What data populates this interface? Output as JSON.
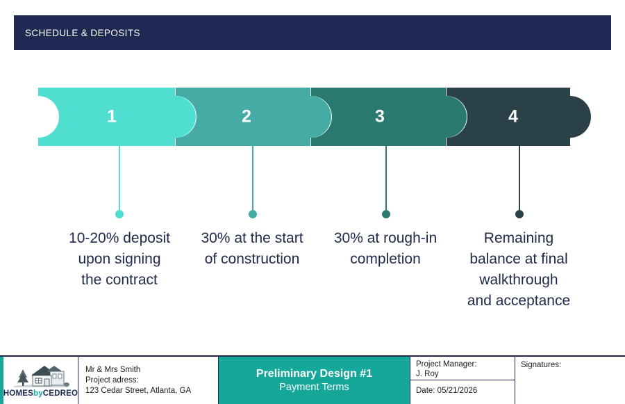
{
  "header": {
    "title": "SCHEDULE & DEPOSITS",
    "bg_color": "#1e2a52",
    "text_color": "#ffffff"
  },
  "timeline": {
    "steps": [
      {
        "number": "1",
        "color": "#4fded0",
        "caption_lines": [
          "10-20% deposit",
          "upon signing",
          "the contract"
        ],
        "caption": "10-20% deposit upon signing the contract"
      },
      {
        "number": "2",
        "color": "#44aca5",
        "caption_lines": [
          "30% at the start",
          "of construction"
        ],
        "caption": "30% at the start of construction"
      },
      {
        "number": "3",
        "color": "#2b7a72",
        "caption_lines": [
          "30% at rough-in",
          "completion"
        ],
        "caption": "30% at rough-in completion"
      },
      {
        "number": "4",
        "color": "#2b4148",
        "caption_lines": [
          "Remaining",
          "balance at final",
          "walkthrough",
          "and acceptance"
        ],
        "caption": "Remaining balance at final walkthrough and acceptance"
      }
    ],
    "caption_color": "#1f2a4a"
  },
  "footer": {
    "accent_color": "#16a79b",
    "logo": {
      "icon": "house-logo-icon",
      "text_part1": "HOMES",
      "text_part2": "by",
      "text_part3": "CEDREO"
    },
    "client": {
      "name": "Mr & Mrs Smith",
      "address_label": "Project adress:",
      "address": "123 Cedar Street, Atlanta, GA"
    },
    "center": {
      "title": "Preliminary Design #1",
      "subtitle": "Payment Terms",
      "bg_color": "#16a79b"
    },
    "project_manager": {
      "label": "Project Manager:",
      "name": "J. Roy",
      "date": "Date: 05/21/2026"
    },
    "signatures": {
      "label": "Signatures:"
    }
  }
}
